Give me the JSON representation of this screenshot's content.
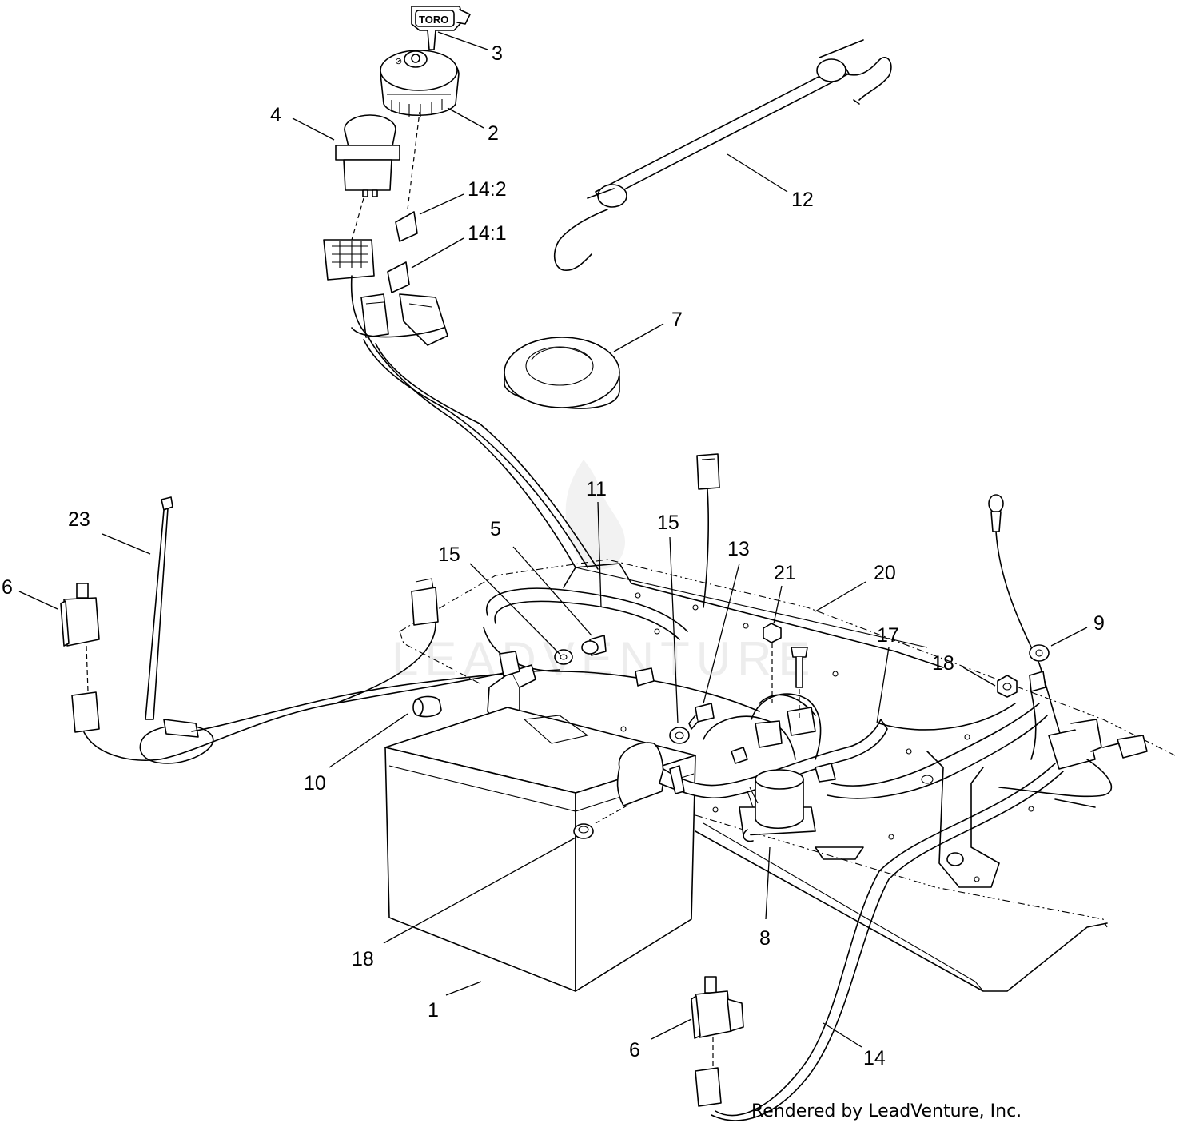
{
  "diagram": {
    "credit": "Rendered by LeadVenture, Inc.",
    "key_brand": "TORO",
    "watermark": "LEADVENTURE",
    "callouts": [
      {
        "id": "c3",
        "label": "3"
      },
      {
        "id": "c2",
        "label": "2"
      },
      {
        "id": "c4",
        "label": "4"
      },
      {
        "id": "c14-2",
        "label": "14:2"
      },
      {
        "id": "c14-1",
        "label": "14:1"
      },
      {
        "id": "c12",
        "label": "12"
      },
      {
        "id": "c7",
        "label": "7"
      },
      {
        "id": "c23",
        "label": "23"
      },
      {
        "id": "c6-left",
        "label": "6"
      },
      {
        "id": "c11",
        "label": "11"
      },
      {
        "id": "c5",
        "label": "5"
      },
      {
        "id": "c15-left",
        "label": "15"
      },
      {
        "id": "c15-right",
        "label": "15"
      },
      {
        "id": "c13",
        "label": "13"
      },
      {
        "id": "c21",
        "label": "21"
      },
      {
        "id": "c20",
        "label": "20"
      },
      {
        "id": "c17",
        "label": "17"
      },
      {
        "id": "c9",
        "label": "9"
      },
      {
        "id": "c18-right",
        "label": "18"
      },
      {
        "id": "c10",
        "label": "10"
      },
      {
        "id": "c8",
        "label": "8"
      },
      {
        "id": "c18-bottom",
        "label": "18"
      },
      {
        "id": "c1",
        "label": "1"
      },
      {
        "id": "c6-bottom",
        "label": "6"
      },
      {
        "id": "c14",
        "label": "14"
      }
    ]
  }
}
